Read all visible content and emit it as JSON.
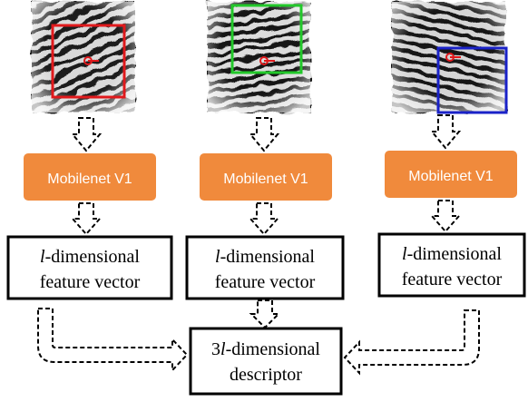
{
  "columns": [
    {
      "network_label": "Mobilenet V1",
      "roi_color": "#e0191c",
      "vector_label": {
        "italic": "l",
        "rest": "-dimensional",
        "line2": "feature vector"
      }
    },
    {
      "network_label": "Mobilenet V1",
      "roi_color": "#22c82a",
      "vector_label": {
        "italic": "l",
        "rest": "-dimensional",
        "line2": "feature vector"
      }
    },
    {
      "network_label": "Mobilenet V1",
      "roi_color": "#1a22c8",
      "vector_label": {
        "italic": "l",
        "rest": "-dimensional",
        "line2": "feature vector"
      }
    }
  ],
  "descriptor": {
    "prefix": "3",
    "italic": "l",
    "rest": "-dimensional",
    "line2": "descriptor"
  },
  "colors": {
    "network_box": "#f08a3c",
    "network_text": "#ffffff",
    "minutia_marker": "#e0191c",
    "box_stroke": "#000000"
  },
  "icons": [
    "fingerprint-image",
    "minutia-marker-icon",
    "hollow-arrow-icon"
  ]
}
